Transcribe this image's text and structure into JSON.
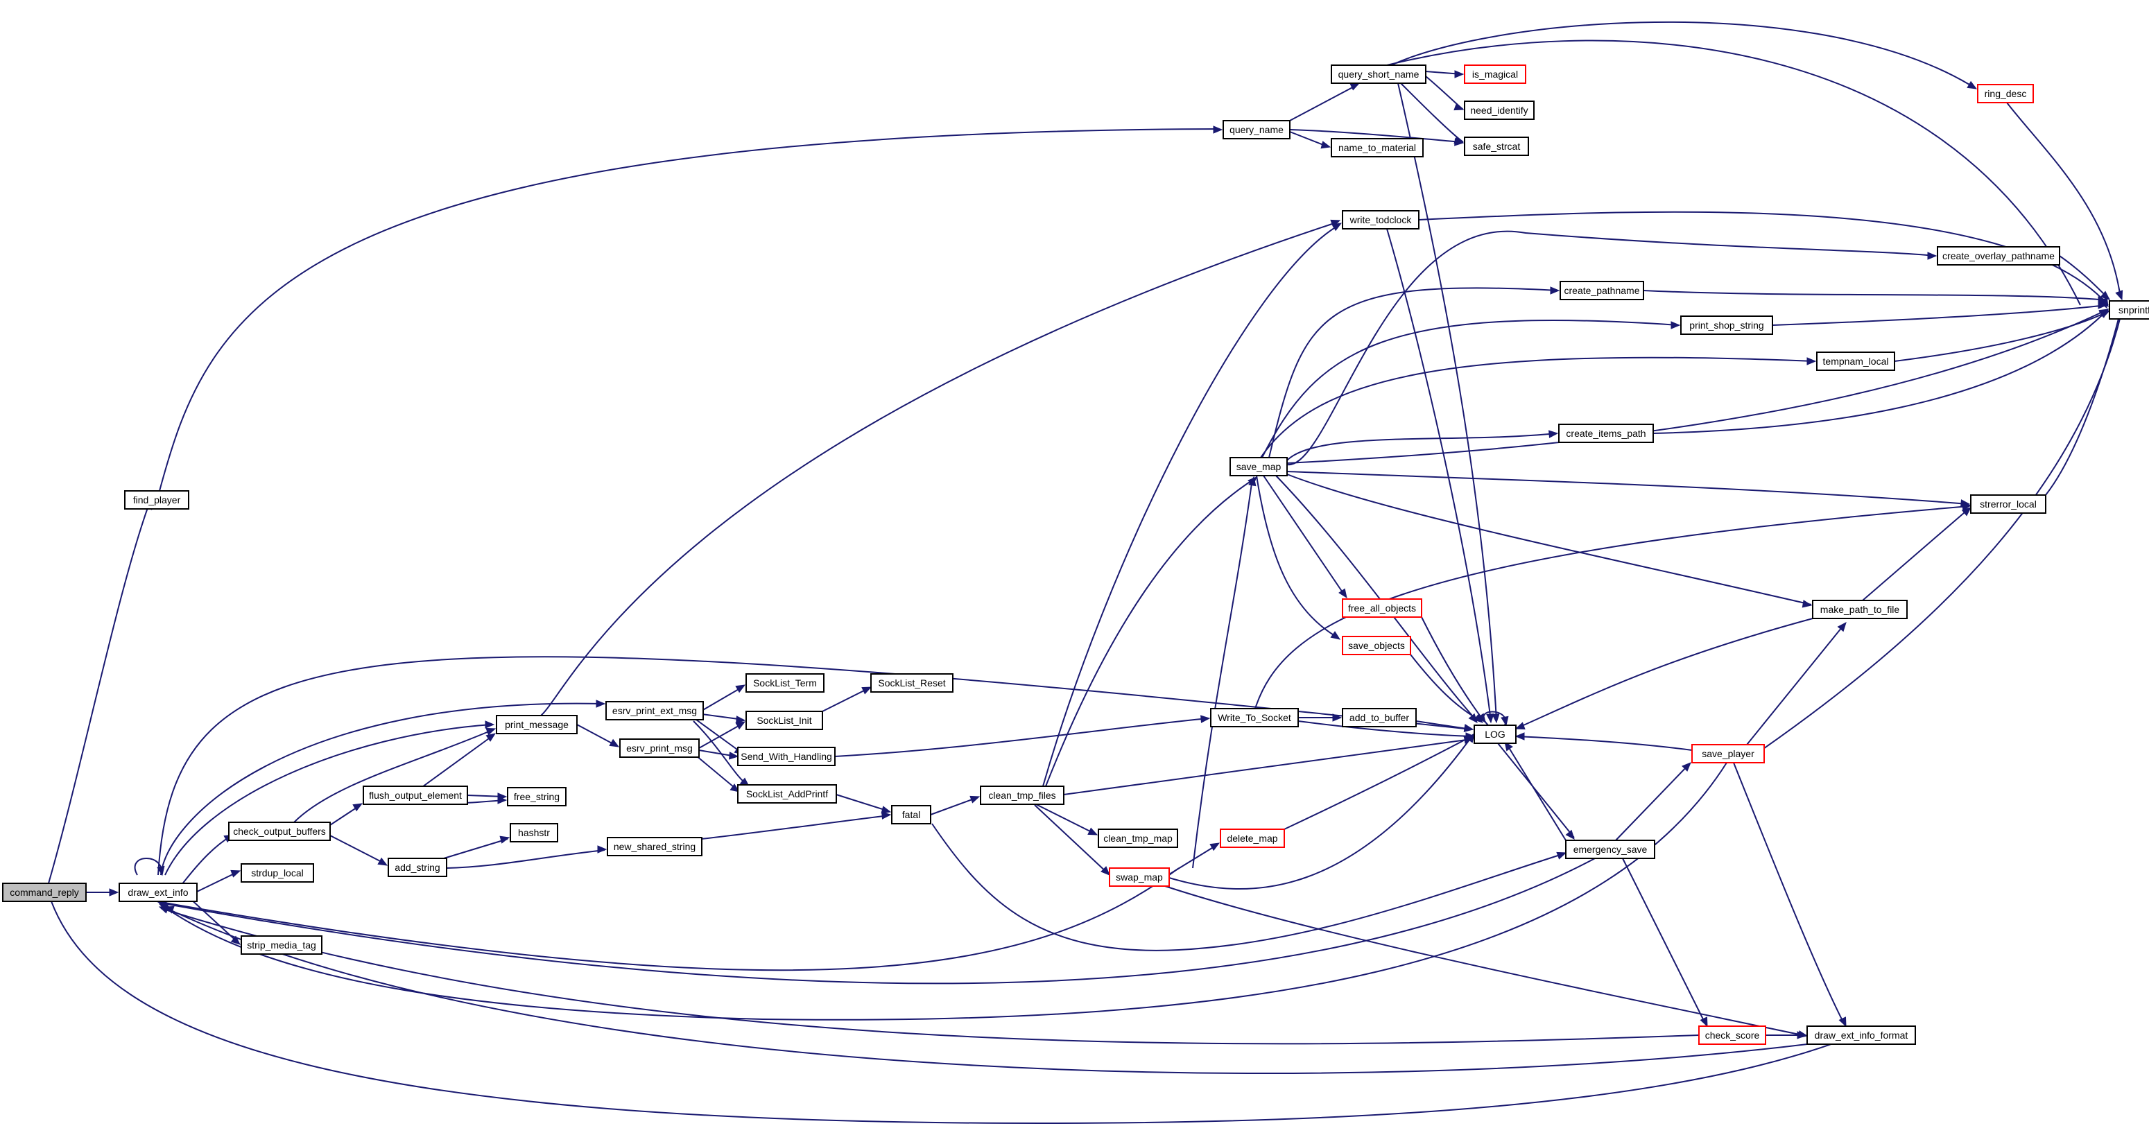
{
  "graph": {
    "nodes": [
      {
        "id": "command_reply",
        "label": "command_reply",
        "kind": "root"
      },
      {
        "id": "find_player",
        "label": "find_player",
        "kind": "normal"
      },
      {
        "id": "draw_ext_info",
        "label": "draw_ext_info",
        "kind": "normal"
      },
      {
        "id": "strdup_local",
        "label": "strdup_local",
        "kind": "normal"
      },
      {
        "id": "strip_media_tag",
        "label": "strip_media_tag",
        "kind": "normal"
      },
      {
        "id": "check_output_buffers",
        "label": "check_output_buffers",
        "kind": "normal"
      },
      {
        "id": "print_message",
        "label": "print_message",
        "kind": "normal"
      },
      {
        "id": "flush_output_element",
        "label": "flush_output_element",
        "kind": "normal"
      },
      {
        "id": "free_string",
        "label": "free_string",
        "kind": "normal"
      },
      {
        "id": "add_string",
        "label": "add_string",
        "kind": "normal"
      },
      {
        "id": "hashstr",
        "label": "hashstr",
        "kind": "normal"
      },
      {
        "id": "new_shared_string",
        "label": "new_shared_string",
        "kind": "normal"
      },
      {
        "id": "esrv_print_ext_msg",
        "label": "esrv_print_ext_msg",
        "kind": "normal"
      },
      {
        "id": "esrv_print_msg",
        "label": "esrv_print_msg",
        "kind": "normal"
      },
      {
        "id": "SockList_Term",
        "label": "SockList_Term",
        "kind": "normal"
      },
      {
        "id": "SockList_Init",
        "label": "SockList_Init",
        "kind": "normal"
      },
      {
        "id": "SockList_Reset",
        "label": "SockList_Reset",
        "kind": "normal"
      },
      {
        "id": "Send_With_Handling",
        "label": "Send_With_Handling",
        "kind": "normal"
      },
      {
        "id": "SockList_AddPrintf",
        "label": "SockList_AddPrintf",
        "kind": "normal"
      },
      {
        "id": "fatal",
        "label": "fatal",
        "kind": "normal"
      },
      {
        "id": "clean_tmp_files",
        "label": "clean_tmp_files",
        "kind": "normal"
      },
      {
        "id": "clean_tmp_map",
        "label": "clean_tmp_map",
        "kind": "normal"
      },
      {
        "id": "swap_map",
        "label": "swap_map",
        "kind": "truncated"
      },
      {
        "id": "delete_map",
        "label": "delete_map",
        "kind": "truncated"
      },
      {
        "id": "query_name",
        "label": "query_name",
        "kind": "normal"
      },
      {
        "id": "query_short_name",
        "label": "query_short_name",
        "kind": "normal"
      },
      {
        "id": "is_magical",
        "label": "is_magical",
        "kind": "truncated"
      },
      {
        "id": "need_identify",
        "label": "need_identify",
        "kind": "normal"
      },
      {
        "id": "safe_strcat",
        "label": "safe_strcat",
        "kind": "normal"
      },
      {
        "id": "name_to_material",
        "label": "name_to_material",
        "kind": "normal"
      },
      {
        "id": "ring_desc",
        "label": "ring_desc",
        "kind": "truncated"
      },
      {
        "id": "write_todclock",
        "label": "write_todclock",
        "kind": "normal"
      },
      {
        "id": "save_map",
        "label": "save_map",
        "kind": "normal"
      },
      {
        "id": "create_pathname",
        "label": "create_pathname",
        "kind": "normal"
      },
      {
        "id": "print_shop_string",
        "label": "print_shop_string",
        "kind": "normal"
      },
      {
        "id": "tempnam_local",
        "label": "tempnam_local",
        "kind": "normal"
      },
      {
        "id": "create_items_path",
        "label": "create_items_path",
        "kind": "normal"
      },
      {
        "id": "create_overlay_pathname",
        "label": "create_overlay_pathname",
        "kind": "normal"
      },
      {
        "id": "snprintf",
        "label": "snprintf",
        "kind": "normal"
      },
      {
        "id": "strerror_local",
        "label": "strerror_local",
        "kind": "normal"
      },
      {
        "id": "free_all_objects",
        "label": "free_all_objects",
        "kind": "truncated"
      },
      {
        "id": "save_objects",
        "label": "save_objects",
        "kind": "truncated"
      },
      {
        "id": "make_path_to_file",
        "label": "make_path_to_file",
        "kind": "normal"
      },
      {
        "id": "Write_To_Socket",
        "label": "Write_To_Socket",
        "kind": "normal"
      },
      {
        "id": "add_to_buffer",
        "label": "add_to_buffer",
        "kind": "normal"
      },
      {
        "id": "LOG",
        "label": "LOG",
        "kind": "normal"
      },
      {
        "id": "save_player",
        "label": "save_player",
        "kind": "truncated"
      },
      {
        "id": "emergency_save",
        "label": "emergency_save",
        "kind": "normal"
      },
      {
        "id": "check_score",
        "label": "check_score",
        "kind": "truncated"
      },
      {
        "id": "draw_ext_info_format",
        "label": "draw_ext_info_format",
        "kind": "normal"
      }
    ]
  },
  "colors": {
    "edge": "#191970",
    "node_border": "#000000",
    "truncated_border": "#ff0000",
    "root_fill": "#bfbfbf",
    "node_fill": "#ffffff"
  }
}
